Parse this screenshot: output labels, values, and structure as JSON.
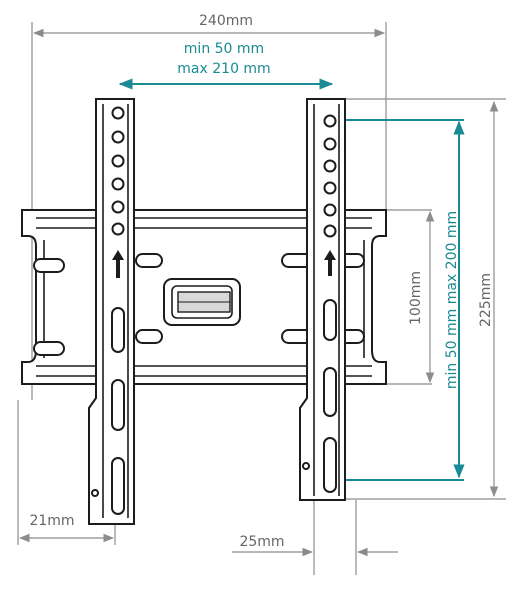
{
  "dimensions": {
    "total_width": "240mm",
    "vesa_horizontal_min": "min 50 mm",
    "vesa_horizontal_max": "max 210 mm",
    "vesa_vertical": "min 50 mm max 200 mm",
    "total_height": "225mm",
    "inner_height": "100mm",
    "depth_left": "21mm",
    "depth_bottom": "25mm"
  },
  "colors": {
    "dimension_accent": "#1a8a94",
    "dimension_gray": "#8c8c8c",
    "metal_outline": "#1c1c1c"
  }
}
